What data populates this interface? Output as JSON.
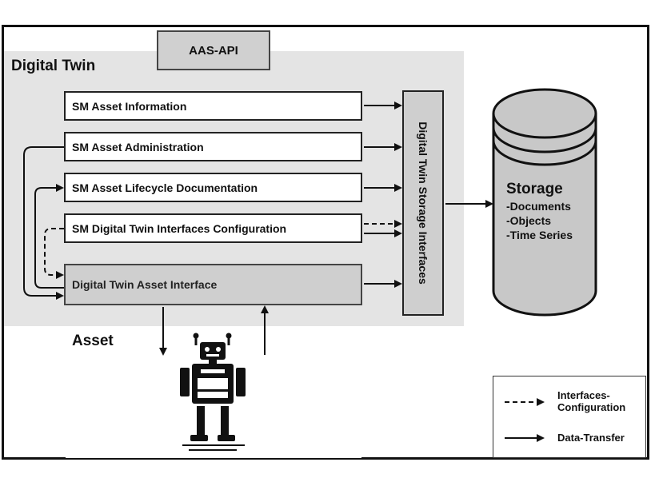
{
  "aas_api": {
    "label": "AAS-API"
  },
  "digital_twin": {
    "title": "Digital Twin",
    "submodels": [
      {
        "label": "SM Asset Information"
      },
      {
        "label": "SM Asset Administration"
      },
      {
        "label": "SM Asset Lifecycle Documentation"
      },
      {
        "label": "SM Digital Twin Interfaces Configuration"
      }
    ],
    "asset_interface": "Digital Twin Asset Interface"
  },
  "storage_interfaces": {
    "label": "Digital Twin Storage Interfaces"
  },
  "storage": {
    "title": "Storage",
    "items": [
      "-Documents",
      "-Objects",
      "-Time Series"
    ]
  },
  "asset": {
    "title": "Asset",
    "icon": "robot-icon"
  },
  "legend": {
    "dashed_line1": "Interfaces-",
    "dashed_line2": "Configuration",
    "solid": "Data-Transfer"
  },
  "colors": {
    "twin_background": "#e4e4e4",
    "box_gray": "#cfcfcf",
    "line": "#111111"
  }
}
